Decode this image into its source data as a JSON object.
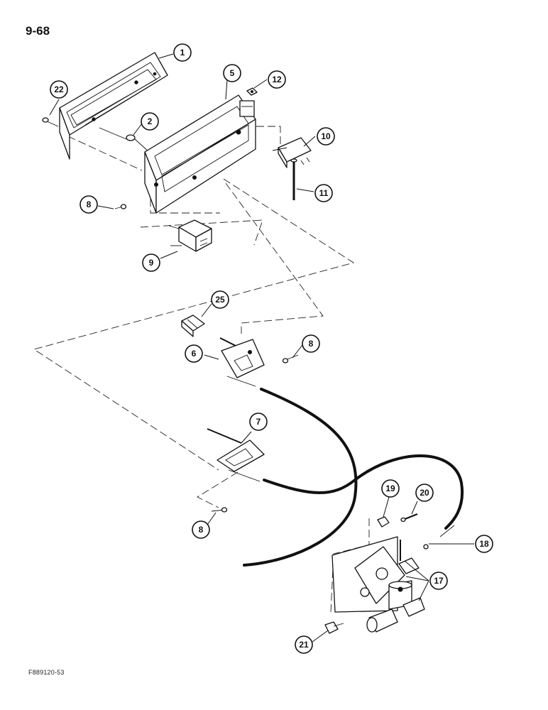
{
  "page": {
    "number": "9-68",
    "figure_code": "F889120-53"
  },
  "colors": {
    "ink": "#111111",
    "paper": "#ffffff"
  },
  "callouts": [
    {
      "id": "c1",
      "label": "1"
    },
    {
      "id": "c2",
      "label": "2"
    },
    {
      "id": "c5",
      "label": "5"
    },
    {
      "id": "c6",
      "label": "6"
    },
    {
      "id": "c7",
      "label": "7"
    },
    {
      "id": "c8a",
      "label": "8"
    },
    {
      "id": "c8b",
      "label": "8"
    },
    {
      "id": "c8c",
      "label": "8"
    },
    {
      "id": "c9",
      "label": "9"
    },
    {
      "id": "c10",
      "label": "10"
    },
    {
      "id": "c11",
      "label": "11"
    },
    {
      "id": "c12",
      "label": "12"
    },
    {
      "id": "c17",
      "label": "17"
    },
    {
      "id": "c18",
      "label": "18"
    },
    {
      "id": "c19",
      "label": "19"
    },
    {
      "id": "c20",
      "label": "20"
    },
    {
      "id": "c21",
      "label": "21"
    },
    {
      "id": "c22",
      "label": "22"
    },
    {
      "id": "c25",
      "label": "25"
    }
  ]
}
